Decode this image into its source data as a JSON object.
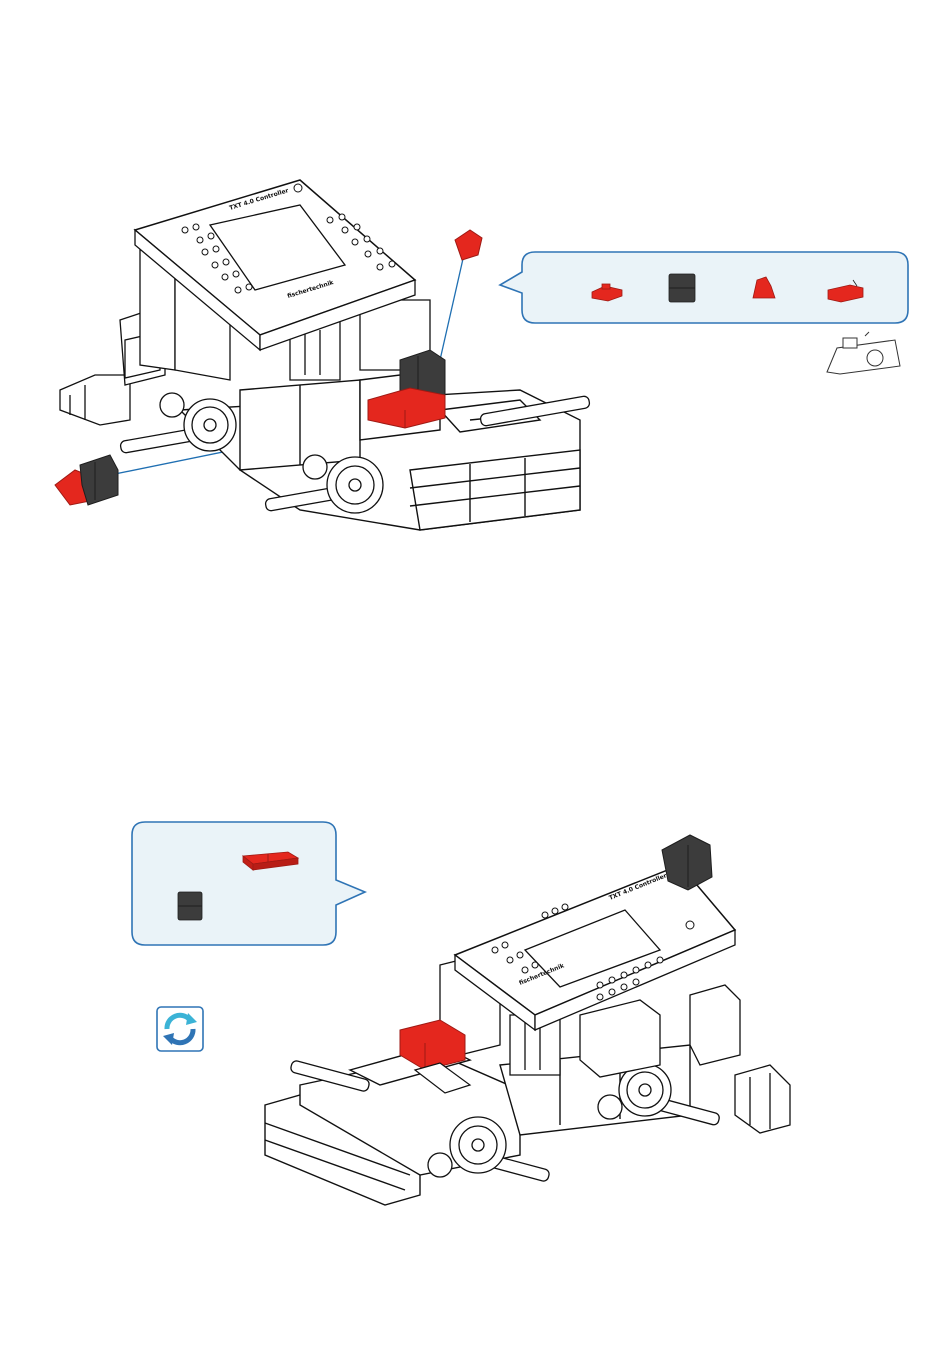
{
  "colors": {
    "part_red": "#e4271e",
    "part_red_dark": "#9e1a14",
    "part_gray": "#3c3c3c",
    "part_gray_dark": "#1e1e1e",
    "callout_fill": "#eaf3f8",
    "callout_stroke": "#2f74b5",
    "leader_line": "#1f6fb2",
    "rotate_blue": "#2f74b5",
    "rotate_cyan": "#3bb3d6"
  },
  "icons": {
    "rotate": "rotate-model-icon",
    "parts_outline": "building-block-outline-icon"
  },
  "steps": [
    {
      "callout_parts": [
        "red-angle-block",
        "black-building-block",
        "red-lever-piece",
        "red-flat-block"
      ],
      "controller_label": "TXT 4.0 Controller",
      "controller_brand": "fischertechnik"
    },
    {
      "callout_parts": [
        "red-building-plate",
        "black-building-block"
      ],
      "controller_label": "TXT 4.0 Controller",
      "controller_brand": "fischertechnik"
    }
  ]
}
